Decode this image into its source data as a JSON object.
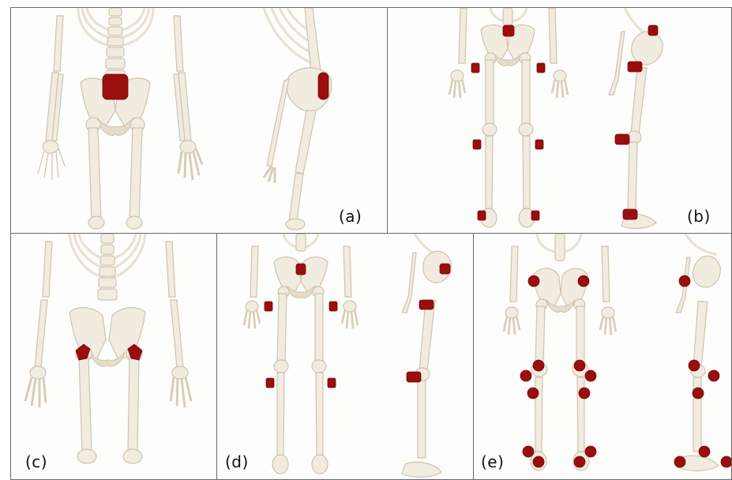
{
  "panels": [
    {
      "id": "a",
      "label": "(a)"
    },
    {
      "id": "b",
      "label": "(b)"
    },
    {
      "id": "c",
      "label": "(c)"
    },
    {
      "id": "d",
      "label": "(d)"
    },
    {
      "id": "e",
      "label": "(e)"
    }
  ],
  "colors": {
    "marker": "#9a0e0e",
    "bone": "#f1ebe0",
    "border": "#6a6a6a"
  }
}
